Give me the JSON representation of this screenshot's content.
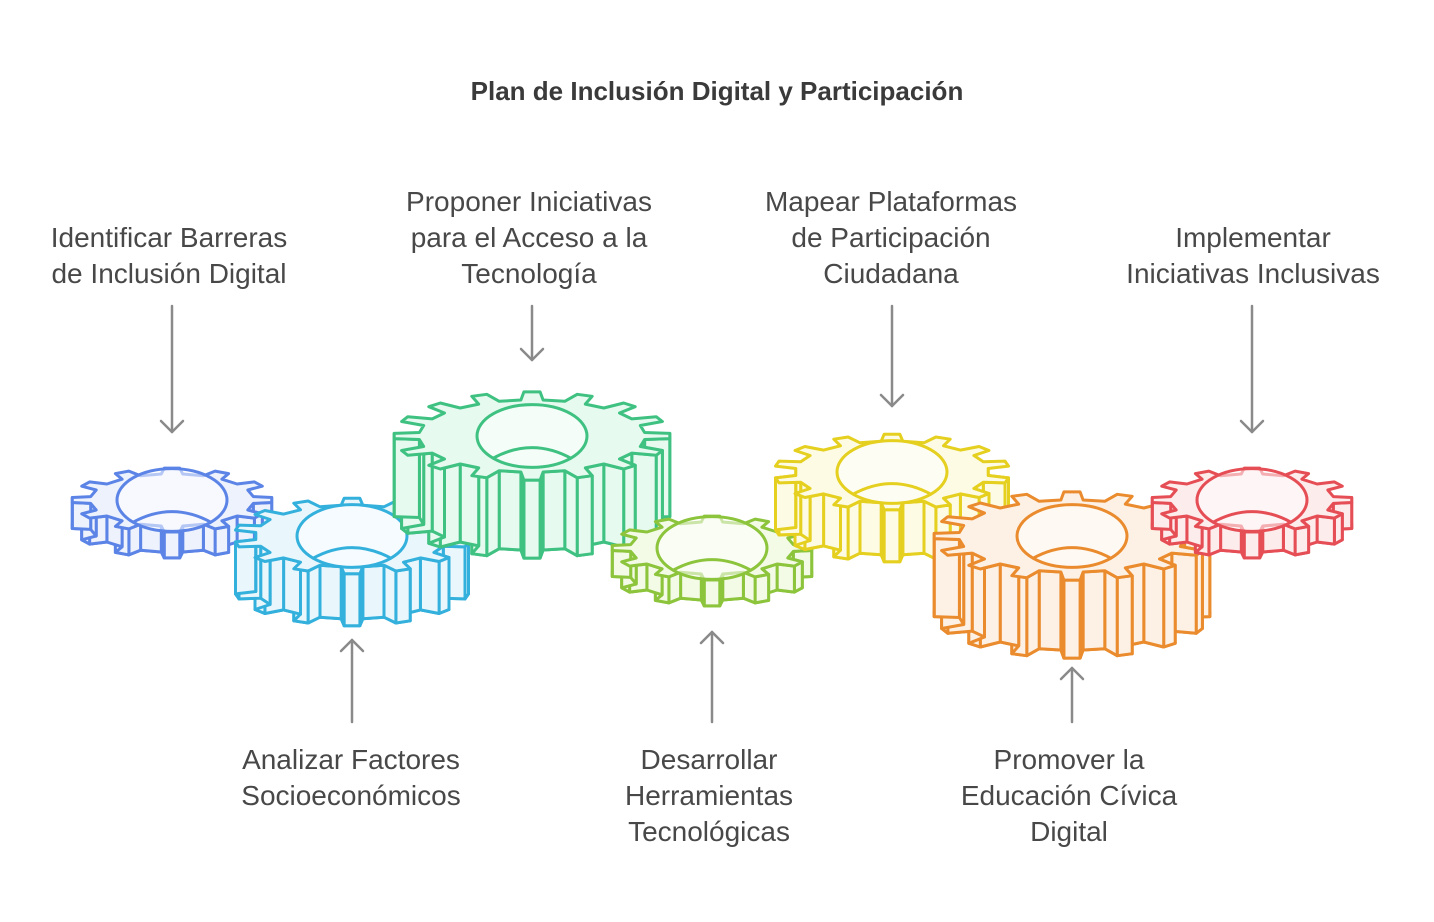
{
  "title": "Plan de Inclusión Digital y Participación",
  "steps": [
    {
      "lines": [
        "Identificar Barreras",
        "de Inclusión Digital"
      ],
      "color": "#5b84e6",
      "fill": "#eef2fd",
      "direction": "down"
    },
    {
      "lines": [
        "Analizar Factores",
        "Socioeconómicos"
      ],
      "color": "#34b0dc",
      "fill": "#e9f7fc",
      "direction": "up"
    },
    {
      "lines": [
        "Proponer Iniciativas",
        "para el Acceso a la",
        "Tecnología"
      ],
      "color": "#3fc181",
      "fill": "#e6faf0",
      "direction": "down"
    },
    {
      "lines": [
        "Desarrollar",
        "Herramientas",
        "Tecnológicas"
      ],
      "color": "#8cc43c",
      "fill": "#f3fae6",
      "direction": "up"
    },
    {
      "lines": [
        "Mapear Plataformas",
        "de Participación",
        "Ciudadana"
      ],
      "color": "#e5cf1f",
      "fill": "#fdfbe4",
      "direction": "down"
    },
    {
      "lines": [
        "Promover la",
        "Educación Cívica",
        "Digital"
      ],
      "color": "#ea8b2e",
      "fill": "#fdf1e5",
      "direction": "up"
    },
    {
      "lines": [
        "Implementar",
        "Iniciativas Inclusivas"
      ],
      "color": "#e64e56",
      "fill": "#fdecec",
      "direction": "down"
    }
  ]
}
